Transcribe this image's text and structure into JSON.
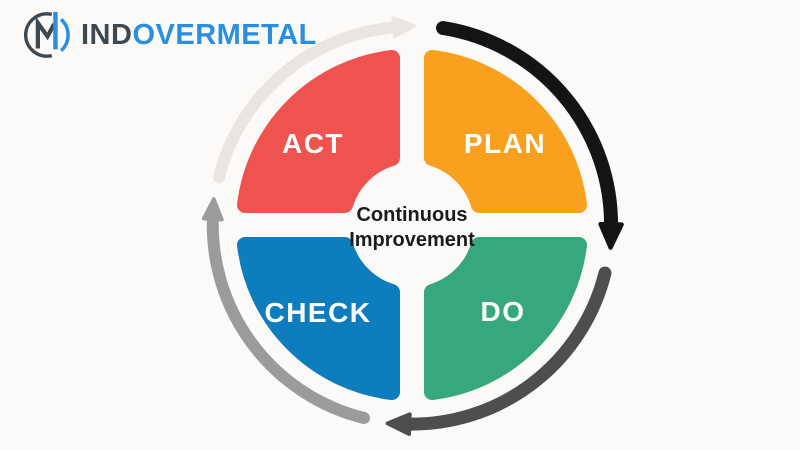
{
  "background_color": "#FBFAF9",
  "logo": {
    "icon": "m-monogram-icon",
    "text_dark": "IND",
    "text_blue": "OVERMETAL",
    "dark_color": "#3E4851",
    "blue_color": "#2B8FE0"
  },
  "diagram": {
    "title_line1": "Continuous",
    "title_line2": "Improvement",
    "center_text_color": "#1B1B1B",
    "quadrant_text_color": "#FFFFFF",
    "quadrants": [
      {
        "id": "act",
        "label": "ACT",
        "color": "#EF5350",
        "position": "top-left"
      },
      {
        "id": "plan",
        "label": "PLAN",
        "color": "#F9A11F",
        "position": "top-right"
      },
      {
        "id": "check",
        "label": "CHECK",
        "color": "#0E7DBE",
        "position": "bottom-left"
      },
      {
        "id": "do",
        "label": "DO",
        "color": "#36A87C",
        "position": "bottom-right"
      }
    ],
    "cycle_arrows": [
      {
        "id": "arrow-nw",
        "color": "#E9E6E2",
        "direction": "clockwise",
        "position": "top-left"
      },
      {
        "id": "arrow-ne",
        "color": "#141414",
        "direction": "clockwise",
        "position": "top-right"
      },
      {
        "id": "arrow-se",
        "color": "#4F4E4E",
        "direction": "clockwise",
        "position": "bottom-right"
      },
      {
        "id": "arrow-sw",
        "color": "#9D9B9A",
        "direction": "clockwise",
        "position": "bottom-left"
      }
    ]
  }
}
